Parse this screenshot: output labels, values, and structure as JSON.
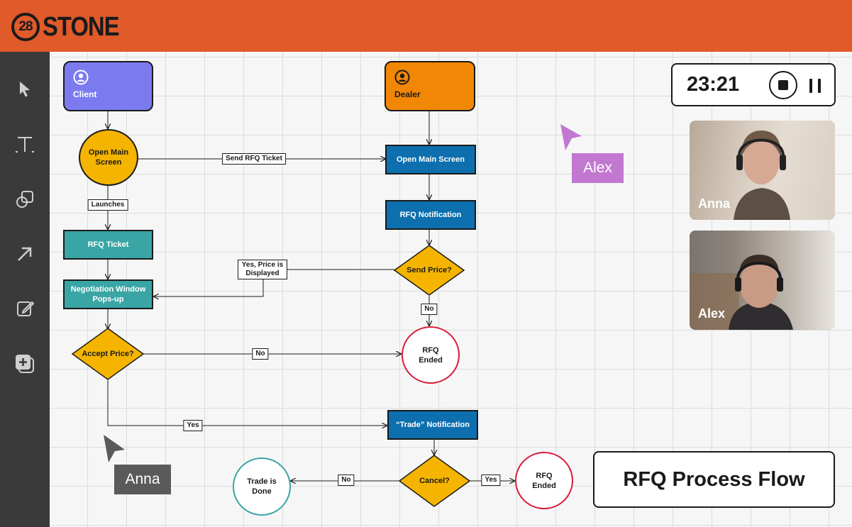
{
  "app": {
    "logo_number": "28",
    "logo_word": "STONE"
  },
  "toolbar": {
    "tools": [
      {
        "name": "select-tool",
        "icon": "pointer-icon"
      },
      {
        "name": "text-tool",
        "icon": "text-icon"
      },
      {
        "name": "shape-tool",
        "icon": "shapes-icon"
      },
      {
        "name": "arrow-tool",
        "icon": "arrow-icon"
      },
      {
        "name": "note-tool",
        "icon": "edit-note-icon"
      },
      {
        "name": "add-page-tool",
        "icon": "add-layer-icon"
      }
    ]
  },
  "flow": {
    "client": "Client",
    "dealer": "Dealer",
    "client_open": "Open Main Screen",
    "dealer_open": "Open Main Screen",
    "send_ticket": "Send RFQ Ticket",
    "launches": "Launches",
    "rfq_ticket": "RFQ Ticket",
    "rfq_notification": "RFQ Notification",
    "send_price": "Send Price?",
    "yes_price_displayed": "Yes, Price is Displayed",
    "no_1": "No",
    "negotiation": "Negotiation Window Pops-up",
    "accept_price": "Accept Price?",
    "no_2": "No",
    "rfq_ended_1": "RFQ Ended",
    "yes_1": "Yes",
    "trade_notification": "“Trade” Notification",
    "cancel": "Cancel?",
    "no_3": "No",
    "yes_2": "Yes",
    "trade_done": "Trade is Done",
    "rfq_ended_2": "RFQ Ended"
  },
  "timer": {
    "time": "23:21"
  },
  "participants": [
    {
      "name": "Anna"
    },
    {
      "name": "Alex"
    }
  ],
  "cursors": [
    {
      "label": "Alex",
      "color": "#c278d1"
    },
    {
      "label": "Anna",
      "color": "#5a5a5a"
    }
  ],
  "board_title": "RFQ Process Flow",
  "colors": {
    "header": "#e05a2a",
    "client": "#7b7bef",
    "dealer": "#f28705",
    "teal": "#3aa5a5",
    "blue": "#0d6fae",
    "diamond": "#f4b400",
    "end_red": "#d81b3c",
    "done_teal": "#3aa5a5"
  }
}
